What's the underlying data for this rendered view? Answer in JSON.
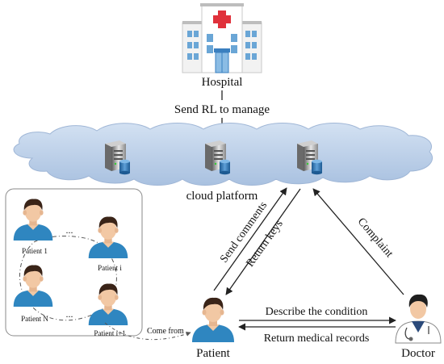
{
  "nodes": {
    "hospital": "Hospital",
    "cloud": "cloud platform",
    "patient": "Patient",
    "doctor": "Doctor"
  },
  "edges": {
    "hospital_to_cloud": "Send RL to manage",
    "send_comments": "Send comments",
    "return_keys": "Return keys",
    "complaint": "Complaint",
    "describe": "Describe the condition",
    "return_records": "Return medical records",
    "come_from": "Come from"
  },
  "patient_group": {
    "p1": "Patient 1",
    "pi": "Patient i",
    "pn": "Patient N",
    "pi1": "Patient i+1",
    "ellipsis": "..."
  },
  "colors": {
    "cloud_fill": "#b9cde6",
    "shirt": "#2f86c0",
    "skin": "#f2c8a4",
    "hair": "#3a2418",
    "hospital_red": "#e0313b"
  }
}
